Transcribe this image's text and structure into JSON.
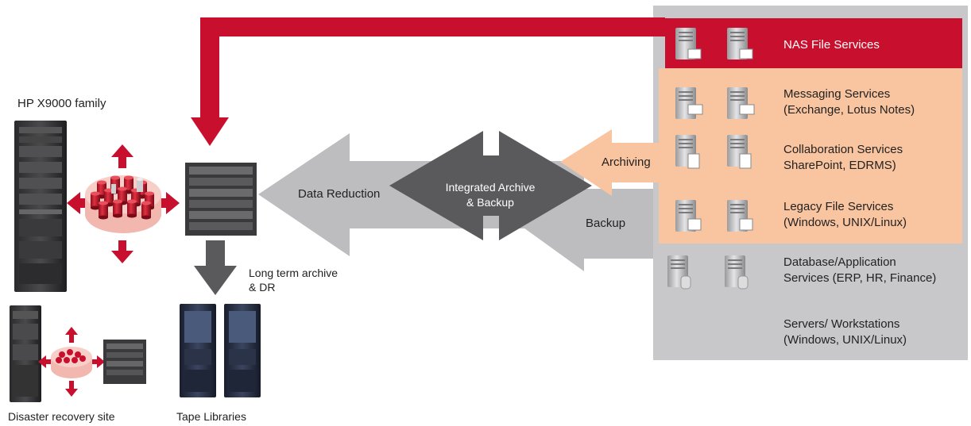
{
  "diagram": {
    "hp_family_label": "HP X9000 family",
    "disaster_recovery_label": "Disaster recovery site",
    "tape_libraries_label": "Tape Libraries",
    "long_term_line1": "Long term archive",
    "long_term_line2": "& DR",
    "data_reduction_label": "Data Reduction",
    "integrated_line1": "Integrated Archive",
    "integrated_line2": "& Backup",
    "archiving_label": "Archiving",
    "backup_label": "Backup"
  },
  "services": {
    "nas": "NAS File Services",
    "messaging_line1": "Messaging Services",
    "messaging_line2": "(Exchange, Lotus Notes)",
    "collab_line1": "Collaboration Services",
    "collab_line2": "SharePoint, EDRMS)",
    "legacy_line1": "Legacy File Services",
    "legacy_line2": "(Windows, UNIX/Linux)",
    "database_line1": "Database/Application",
    "database_line2": "Services (ERP, HR, Finance)",
    "servers_line1": "Servers/ Workstations",
    "servers_line2": "(Windows, UNIX/Linux)"
  },
  "colors": {
    "red": "#c8102e",
    "peach": "#f9c4a0",
    "panel_gray": "#c8c8ca",
    "arrow_light": "#bdbdbf",
    "arrow_dark": "#5a5a5c"
  }
}
